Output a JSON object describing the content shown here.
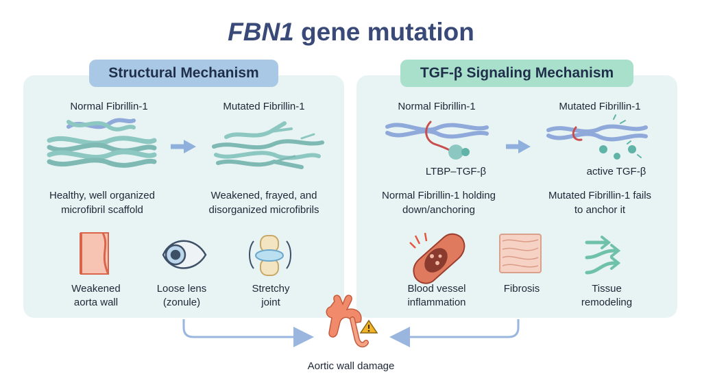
{
  "title": {
    "gene": "FBN1",
    "rest": " gene mutation"
  },
  "left": {
    "header": "Structural Mechanism",
    "normal_label": "Normal Fibrillin-1",
    "mutated_label": "Mutated Fibrillin-1",
    "normal_desc_1": "Healthy, well organized",
    "normal_desc_2": "microfibril scaffold",
    "mutated_desc_1": "Weakened, frayed, and",
    "mutated_desc_2": "disorganized microfibrils",
    "effects": [
      {
        "l1": "Weakened",
        "l2": "aorta wall",
        "icon": "aorta-wall-icon"
      },
      {
        "l1": "Loose lens",
        "l2": "(zonule)",
        "icon": "eye-icon"
      },
      {
        "l1": "Stretchy",
        "l2": "joint",
        "icon": "joint-icon"
      }
    ]
  },
  "right": {
    "header": "TGF-β Signaling Mechanism",
    "normal_label": "Normal Fibrillin-1",
    "mutated_label": "Mutated Fibrillin-1",
    "ltbp_label": "LTBP–TGF-β",
    "active_label": "active TGF-β",
    "normal_desc_1": "Normal Fibrillin-1 holding",
    "normal_desc_2": "down/anchoring",
    "mutated_desc_1": "Mutated Fibrillin-1 fails",
    "mutated_desc_2": "to anchor it",
    "effects": [
      {
        "l1": "Blood vessel",
        "l2": "inflammation",
        "icon": "vessel-inflammation-icon"
      },
      {
        "l1": "Fibrosis",
        "l2": "",
        "icon": "fibrosis-icon"
      },
      {
        "l1": "Tissue",
        "l2": "remodeling",
        "icon": "remodeling-icon"
      }
    ]
  },
  "outcome": {
    "label": "Aortic wall damage",
    "icon": "heart-aorta-warning-icon"
  },
  "colors": {
    "panel": "#e8f4f3",
    "header_left": "#a9c8e6",
    "header_right": "#a9e0cc",
    "fiber": "#8cc7c1",
    "fiber_blue": "#8fa9da",
    "arrow": "#9ab6de",
    "aorta": "#f08a6a",
    "warning": "#f0b429"
  }
}
